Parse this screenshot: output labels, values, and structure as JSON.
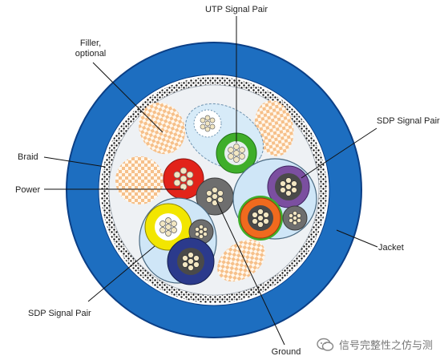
{
  "labels": {
    "utp_signal_pair": "UTP Signal Pair",
    "filler_optional": [
      "Filler,",
      "optional"
    ],
    "sdp_signal_pair_right": "SDP Signal Pair",
    "braid": "Braid",
    "power": "Power",
    "jacket": "Jacket",
    "sdp_signal_pair_left": "SDP Signal Pair",
    "ground": "Ground"
  },
  "watermark": {
    "text": "信号完整性之仿与测",
    "icon": "wechat-icon"
  },
  "colors": {
    "jacket": "#1d6ec0",
    "jacket_edge": "#0b3f86",
    "braid_bg": "#ffffff",
    "braid_dots": "#111111",
    "core_bg": "#eef1f4",
    "filler": "#f6c08a",
    "power": "#e2231a",
    "ground": "#6e6e6e",
    "pair_shield": "#cfe6f7",
    "utp_green": "#3fae2a",
    "sdp_purple": "#7b4fa0",
    "sdp_orange": "#f06a1e",
    "sdp_yellow": "#f2e600",
    "sdp_navy": "#2b3a8c",
    "wire_fill": "#f2e6c2"
  }
}
